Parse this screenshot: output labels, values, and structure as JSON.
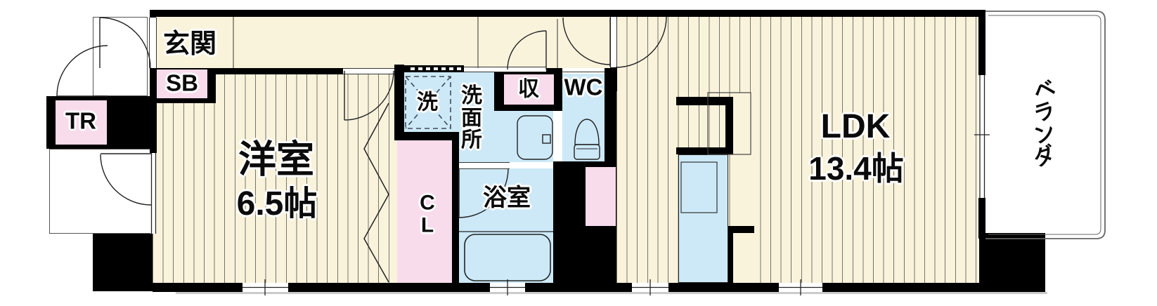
{
  "rooms": {
    "genkan": {
      "label": "玄関"
    },
    "shoe_box": {
      "label": "SB"
    },
    "trunk_room": {
      "label": "TR"
    },
    "western_room": {
      "name": "洋室",
      "size": "6.5帖"
    },
    "closet": {
      "label": "CL"
    },
    "washing_machine": {
      "label": "洗"
    },
    "washroom": {
      "label": "洗面所"
    },
    "storage": {
      "label": "収"
    },
    "wc": {
      "label": "WC"
    },
    "bathroom": {
      "label": "浴室"
    },
    "ldk": {
      "name": "LDK",
      "size": "13.4帖"
    },
    "veranda": {
      "label": "ベランダ"
    }
  },
  "colors": {
    "wall_black": "#000000",
    "floor_cream": "#faf3dc",
    "wet_area_blue": "#cde9f7",
    "storage_pink": "#f8dcec",
    "stripe_line": "#74746a"
  }
}
